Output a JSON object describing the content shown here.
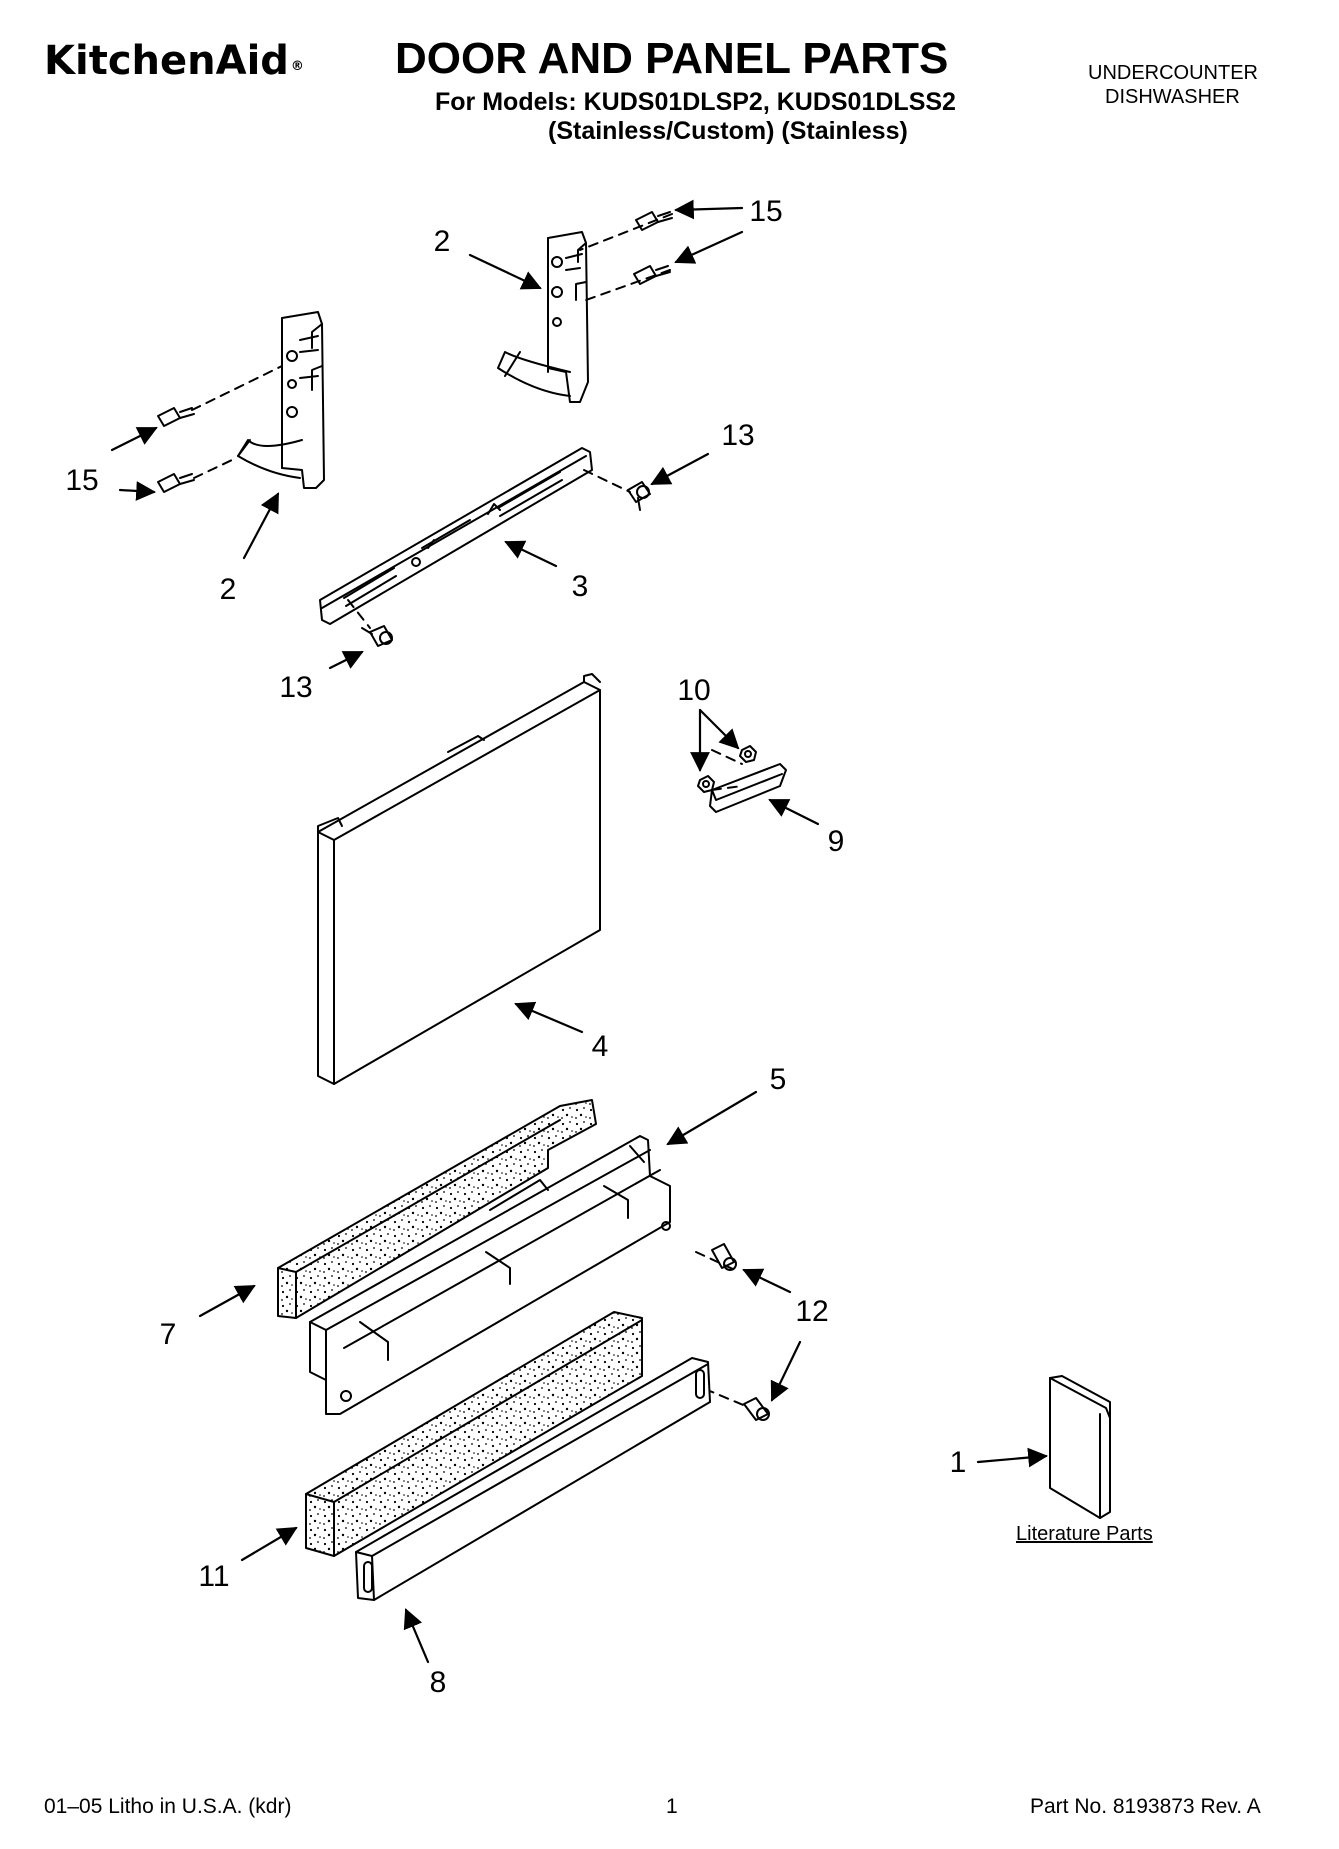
{
  "header": {
    "brand": "KitchenAid",
    "brand_mark": "®",
    "title": "DOOR AND PANEL PARTS",
    "models": "For Models: KUDS01DLSP2, KUDS01DLSS2",
    "variants": "(Stainless/Custom)  (Stainless)",
    "category_line1": "UNDERCOUNTER",
    "category_line2": "DISHWASHER"
  },
  "callouts": {
    "c15_top": "15",
    "c2_top": "2",
    "c15_left": "15",
    "c2_left": "2",
    "c13_right": "13",
    "c3": "3",
    "c13_left": "13",
    "c10": "10",
    "c9": "9",
    "c4": "4",
    "c5": "5",
    "c7": "7",
    "c12": "12",
    "c1": "1",
    "c11": "11",
    "c8": "8"
  },
  "literature_label": "Literature Parts",
  "footer": {
    "left": "01–05 Litho in U.S.A. (kdr)",
    "center": "1",
    "right": "Part No. 8193873 Rev. A"
  }
}
